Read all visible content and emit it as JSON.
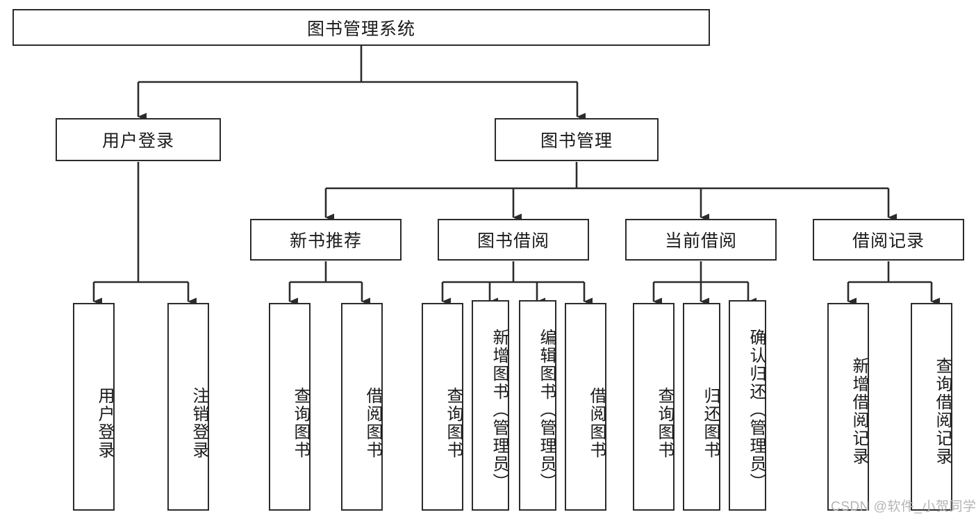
{
  "diagram": {
    "title": "图书管理系统",
    "type": "hierarchy-tree",
    "colors": {
      "box_border": "#2b2b2b",
      "box_fill": "#ffffff",
      "edge": "#2b2b2b",
      "watermark": "#b4b4b4",
      "background": "#ffffff"
    },
    "nodes": {
      "root": {
        "label": "图书管理系统"
      },
      "level2": [
        {
          "label": "用户登录"
        },
        {
          "label": "图书管理"
        }
      ],
      "level3": [
        {
          "label": "新书推荐"
        },
        {
          "label": "图书借阅"
        },
        {
          "label": "当前借阅"
        },
        {
          "label": "借阅记录"
        }
      ],
      "leaves": {
        "user_login": [
          {
            "label": "用户登录"
          },
          {
            "label": "注销登录"
          }
        ],
        "new_book_recommend": [
          {
            "label": "查询图书"
          },
          {
            "label": "借阅图书"
          }
        ],
        "book_borrow": [
          {
            "label": "查询图书"
          },
          {
            "label": "新增图书（管理员）"
          },
          {
            "label": "编辑图书（管理员）"
          },
          {
            "label": "借阅图书"
          }
        ],
        "current_borrow": [
          {
            "label": "查询图书"
          },
          {
            "label": "归还图书"
          },
          {
            "label": "确认归还（管理员）"
          }
        ],
        "borrow_record": [
          {
            "label": "新增借阅记录"
          },
          {
            "label": "查询借阅记录"
          }
        ]
      }
    },
    "watermark": "CSDN @软件_小贺同学"
  }
}
